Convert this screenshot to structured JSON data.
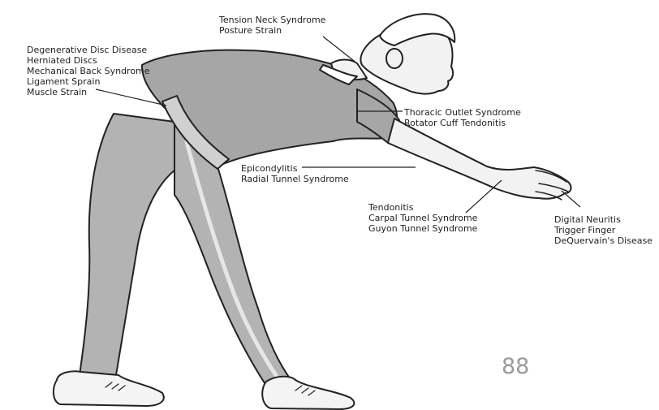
{
  "figure": {
    "subject": "bent-over-worker-illustration",
    "colors": {
      "skin": "#f2f2f2",
      "shirt": "#a6a6a6",
      "pants": "#b3b3b3",
      "outline": "#222222",
      "hair": "#ffffff",
      "shoes": "#f4f4f4",
      "background": "#ffffff"
    }
  },
  "labels": {
    "neck": [
      "Tension Neck Syndrome",
      "Posture Strain"
    ],
    "back": [
      "Degenerative Disc Disease",
      "Herniated Discs",
      "Mechanical Back Syndrome",
      "Ligament Sprain",
      "Muscle Strain"
    ],
    "thoracic": [
      "Thoracic Outlet Syndrome",
      "Rotator Cuff Tendonitis"
    ],
    "elbow": [
      "Epicondylitis",
      "Radial Tunnel Syndrome"
    ],
    "wrist": [
      "Tendonitis",
      "Carpal Tunnel Syndrome",
      "Guyon Tunnel Syndrome"
    ],
    "finger": [
      "Digital Neuritis",
      "Trigger Finger",
      "DeQuervain's Disease"
    ]
  },
  "page_number": "88"
}
